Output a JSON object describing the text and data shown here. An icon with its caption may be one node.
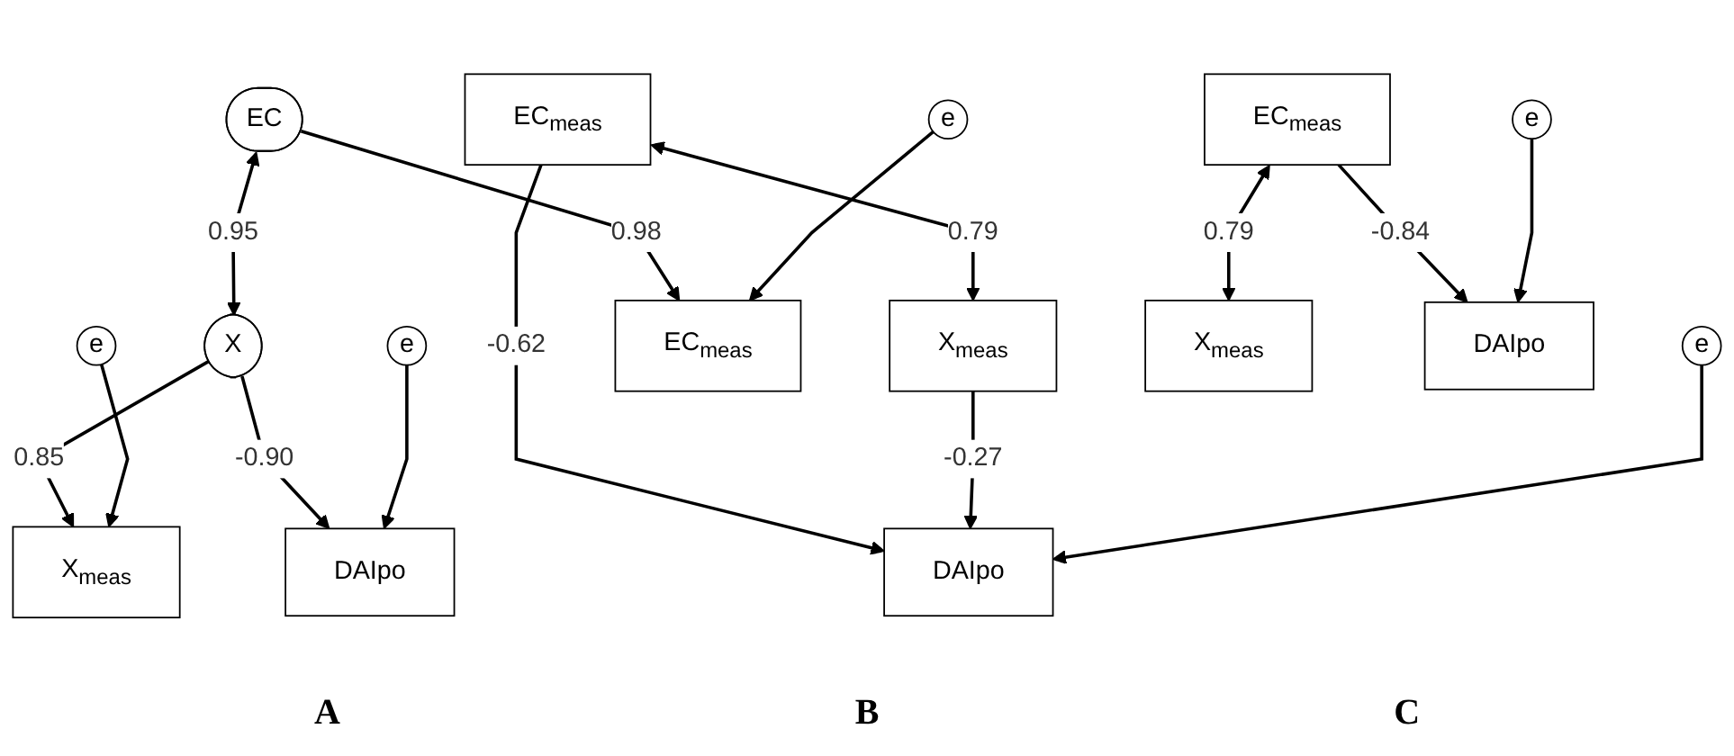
{
  "diagram": {
    "nodes": [
      {
        "text": [
          "EC"
        ]
      },
      {
        "text": [
          "X"
        ]
      },
      {
        "text": [
          "EC$_{meas}$"
        ]
      },
      {
        "text": [
          "X$_{meas}$"
        ]
      },
      {
        "text": [
          "e"
        ]
      },
      {
        "text": [
          "e"
        ]
      },
      {
        "text": [
          "DAIpo"
        ]
      },
      {
        "text": [
          "e"
        ]
      },
      {
        "text": [
          "EC$_{meas}$"
        ]
      },
      {
        "text": [
          "X$_{meas}$"
        ]
      },
      {
        "text": [
          "DAIpo"
        ]
      },
      {
        "text": [
          "e"
        ]
      },
      {
        "text": [
          "EC$_{meas}$"
        ]
      },
      {
        "text": [
          "X$_{meas}$"
        ]
      },
      {
        "text": [
          "DAIpo"
        ]
      },
      {
        "text": [
          "e"
        ]
      }
    ],
    "edges": [
      {
        "from": 0,
        "to": 1,
        "arrow": "both",
        "label": "0.95"
      },
      {
        "from": 0,
        "to": 2,
        "arrow": "to",
        "label": "0.98"
      },
      {
        "from": 1,
        "to": 3,
        "arrow": "to",
        "label": "0.85"
      },
      {
        "from": 1,
        "to": 6,
        "arrow": "to",
        "label": "-0.90"
      },
      {
        "from": 4,
        "to": 2,
        "arrow": "to"
      },
      {
        "from": 5,
        "to": 3,
        "arrow": "to"
      },
      {
        "from": 7,
        "to": 6,
        "arrow": "to"
      },
      {
        "from": 8,
        "to": 9,
        "arrow": "both",
        "label": "0.79"
      },
      {
        "from": 8,
        "to": 10,
        "arrow": "to",
        "label": "-0.62"
      },
      {
        "from": 9,
        "to": 10,
        "arrow": "to",
        "label": "-0.27"
      },
      {
        "from": 11,
        "to": 10,
        "arrow": "to"
      },
      {
        "from": 12,
        "to": 13,
        "arrow": "both",
        "label": "0.79"
      },
      {
        "from": 12,
        "to": 14,
        "arrow": "to",
        "label": "-0.84"
      },
      {
        "from": 15,
        "to": 14,
        "arrow": "to"
      }
    ],
    "labels": [
      "A",
      "B",
      "C"
    ]
  }
}
